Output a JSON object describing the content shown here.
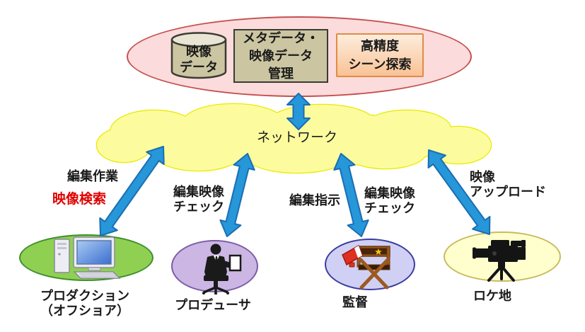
{
  "server_cluster": {
    "database": {
      "line1": "映像",
      "line2": "データ"
    },
    "management_box": {
      "line1": "メタデータ・",
      "line2": "映像データ",
      "line3": "管理"
    },
    "scene_search_box": {
      "line1": "高精度",
      "line2": "シーン探索"
    }
  },
  "network_cloud": {
    "label": "ネットワーク"
  },
  "edge_labels": {
    "production_task": "編集作業",
    "production_search": "映像検索",
    "producer_check_line1": "編集映像",
    "producer_check_line2": "チェック",
    "director_instruction": "編集指示",
    "director_check_line1": "編集映像",
    "director_check_line2": "チェック",
    "location_upload_line1": "映像",
    "location_upload_line2": "アップロード"
  },
  "nodes": {
    "production": {
      "label_line1": "プロダクション",
      "label_line2": "（オフショア）",
      "icon": "desktop-computer-icon"
    },
    "producer": {
      "label": "プロデューサ",
      "icon": "businessman-office-chair-icon"
    },
    "director": {
      "label": "監督",
      "icon": "director-chair-megaphone-icon"
    },
    "location": {
      "label": "ロケ地",
      "icon": "video-camera-tripod-icon"
    }
  },
  "colors": {
    "server_ellipse_fill": "#fbdbdb",
    "server_ellipse_border": "#c4504e",
    "khaki_fill": "#cbc5a2",
    "khaki_top_fill": "#e9e5d4",
    "khaki_border": "#3b3b33",
    "orange_fill_top": "#fdeddd",
    "orange_fill_bottom": "#f9c295",
    "orange_border": "#e08c42",
    "cloud_fill": "#fcfc9e",
    "cloud_border": "#eaea00",
    "arrow_blue": "#2697d9",
    "arrow_border": "#1c6db2",
    "production_fill": "#8fd053",
    "production_border": "#3e8f2b",
    "producer_fill": "#cbb6e4",
    "producer_border": "#7c5ca6",
    "director_fill": "#d0d0f4",
    "director_border": "#3c3c9e",
    "location_fill": "#ffffce",
    "location_border": "#c8ba5e",
    "search_red": "#e00000"
  }
}
